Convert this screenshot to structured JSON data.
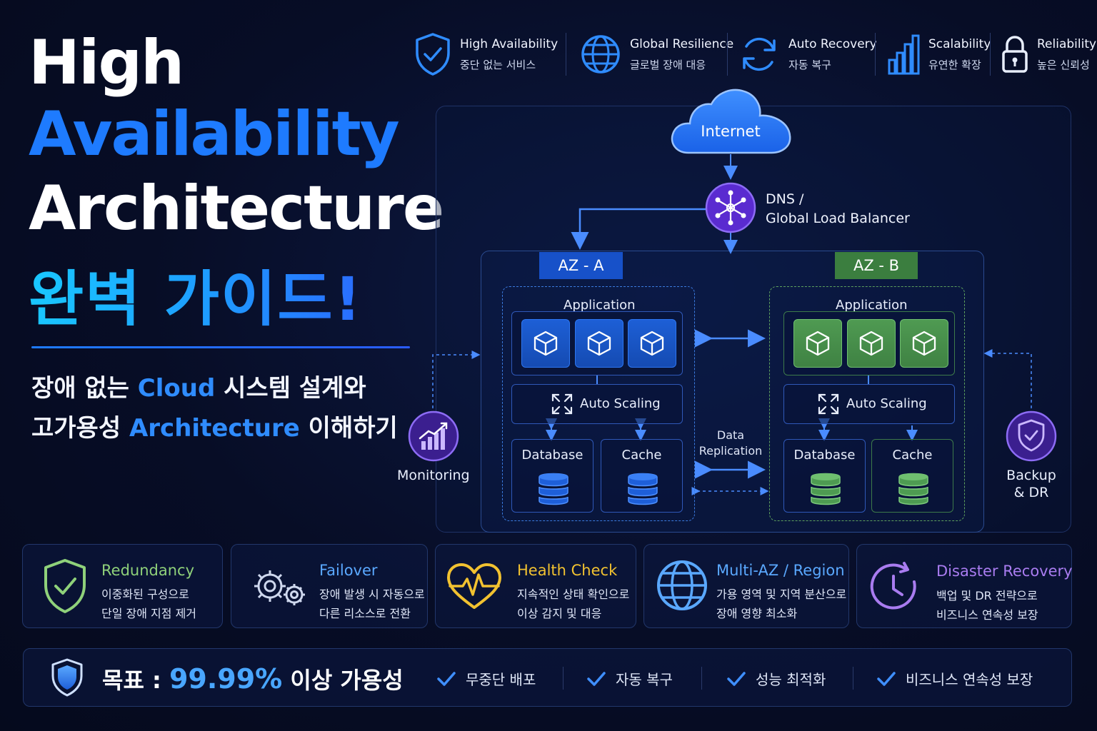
{
  "title": {
    "line1": "High",
    "line2": "Availability",
    "line3": "Architecture",
    "line4": "완벽 가이드!"
  },
  "subtitle": {
    "line1_pre": "장애 없는 ",
    "line1_hl": "Cloud",
    "line1_post": " 시스템 설계와",
    "line2_pre": "고가용성 ",
    "line2_hl": "Architecture",
    "line2_post": " 이해하기"
  },
  "features": [
    {
      "icon": "shield-check-icon",
      "title": "High Availability",
      "desc": "중단 없는 서비스"
    },
    {
      "icon": "globe-icon",
      "title": "Global Resilience",
      "desc": "글로벌 장애 대응"
    },
    {
      "icon": "refresh-icon",
      "title": "Auto Recovery",
      "desc": "자동 복구"
    },
    {
      "icon": "bar-chart-icon",
      "title": "Scalability",
      "desc": "유연한 확장"
    },
    {
      "icon": "lock-icon",
      "title": "Reliability",
      "desc": "높은 신뢰성"
    }
  ],
  "diagram": {
    "internet": "Internet",
    "dns_line1": "DNS /",
    "dns_line2": "Global Load Balancer",
    "az_a": "AZ - A",
    "az_b": "AZ - B",
    "application": "Application",
    "auto_scaling": "Auto Scaling",
    "database": "Database",
    "cache": "Cache",
    "data_replication_1": "Data",
    "data_replication_2": "Replication",
    "monitoring": "Monitoring",
    "backup_1": "Backup",
    "backup_2": "& DR"
  },
  "cards": [
    {
      "icon": "shield-check-icon",
      "title": "Redundancy",
      "line1": "이중화된 구성으로",
      "line2": "단일 장애 지점 제거",
      "color": "#8fd17a"
    },
    {
      "icon": "gears-icon",
      "title": "Failover",
      "line1": "장애 발생 시 자동으로",
      "line2": "다른 리소스로 전환",
      "color": "#5aa8ff"
    },
    {
      "icon": "heart-pulse-icon",
      "title": "Health Check",
      "line1": "지속적인 상태 확인으로",
      "line2": "이상 감지 및 대응",
      "color": "#f2c230"
    },
    {
      "icon": "globe-icon",
      "title": "Multi-AZ / Region",
      "line1": "가용 영역 및 지역 분산으로",
      "line2": "장애 영향 최소화",
      "color": "#5aa8ff"
    },
    {
      "icon": "clock-restore-icon",
      "title": "Disaster Recovery",
      "line1": "백업 및 DR 전략으로",
      "line2": "비즈니스 연속성 보장",
      "color": "#a97cf0"
    }
  ],
  "goal": {
    "label_pre": "목표 : ",
    "value": "99.99%",
    "label_post": " 이상 가용성",
    "items": [
      "무중단 배포",
      "자동 복구",
      "성능 최적화",
      "비즈니스 연속성 보장"
    ]
  }
}
